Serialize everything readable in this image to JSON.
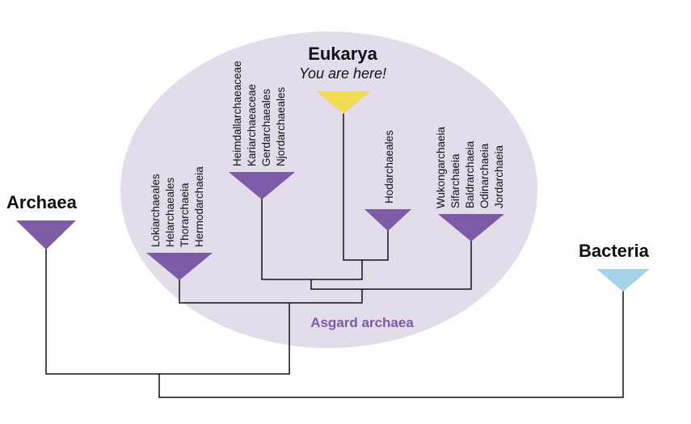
{
  "colors": {
    "asgard_purple": "#7d5ba6",
    "eukarya_yellow": "#f2dc52",
    "bacteria_blue": "#a6d3ea",
    "ellipse_fill": "#e3dcea",
    "line": "#111111"
  },
  "labels": {
    "archaea": "Archaea",
    "bacteria": "Bacteria",
    "eukarya": "Eukarya",
    "eukarya_note": "You are here!",
    "asgard": "Asgard archaea"
  },
  "clades": {
    "loki_group": [
      "Lokiarchaeales",
      "Helarchaeales",
      "Thorarchaeia",
      "Hermodarchaeia"
    ],
    "heimdall_group": [
      "Heimdallarchaeaceae",
      "Kariarchaeaceae",
      "Gerdarchaeales",
      "Njordarchaeales"
    ],
    "hodar_group": [
      "Hodarchaeales"
    ],
    "wukong_group": [
      "Wukongarchaeia",
      "Sifarchaeia",
      "Baldrarchaeia",
      "Odinarchaeia",
      "Jordarchaeia"
    ]
  }
}
